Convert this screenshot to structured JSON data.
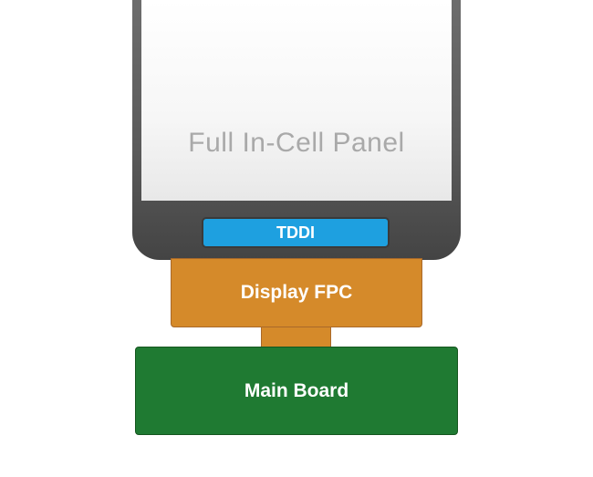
{
  "panel": {
    "label": "Full In-Cell Panel"
  },
  "tddi": {
    "label": "TDDI"
  },
  "fpc": {
    "label": "Display FPC"
  },
  "main_board": {
    "label": "Main Board"
  },
  "colors": {
    "panel_frame": "#5a5a5a",
    "panel_screen": "#f6f6f6",
    "panel_text": "#a9a9a9",
    "tddi": "#1ea0e0",
    "fpc": "#d58a2a",
    "main_board": "#1f7a32"
  }
}
